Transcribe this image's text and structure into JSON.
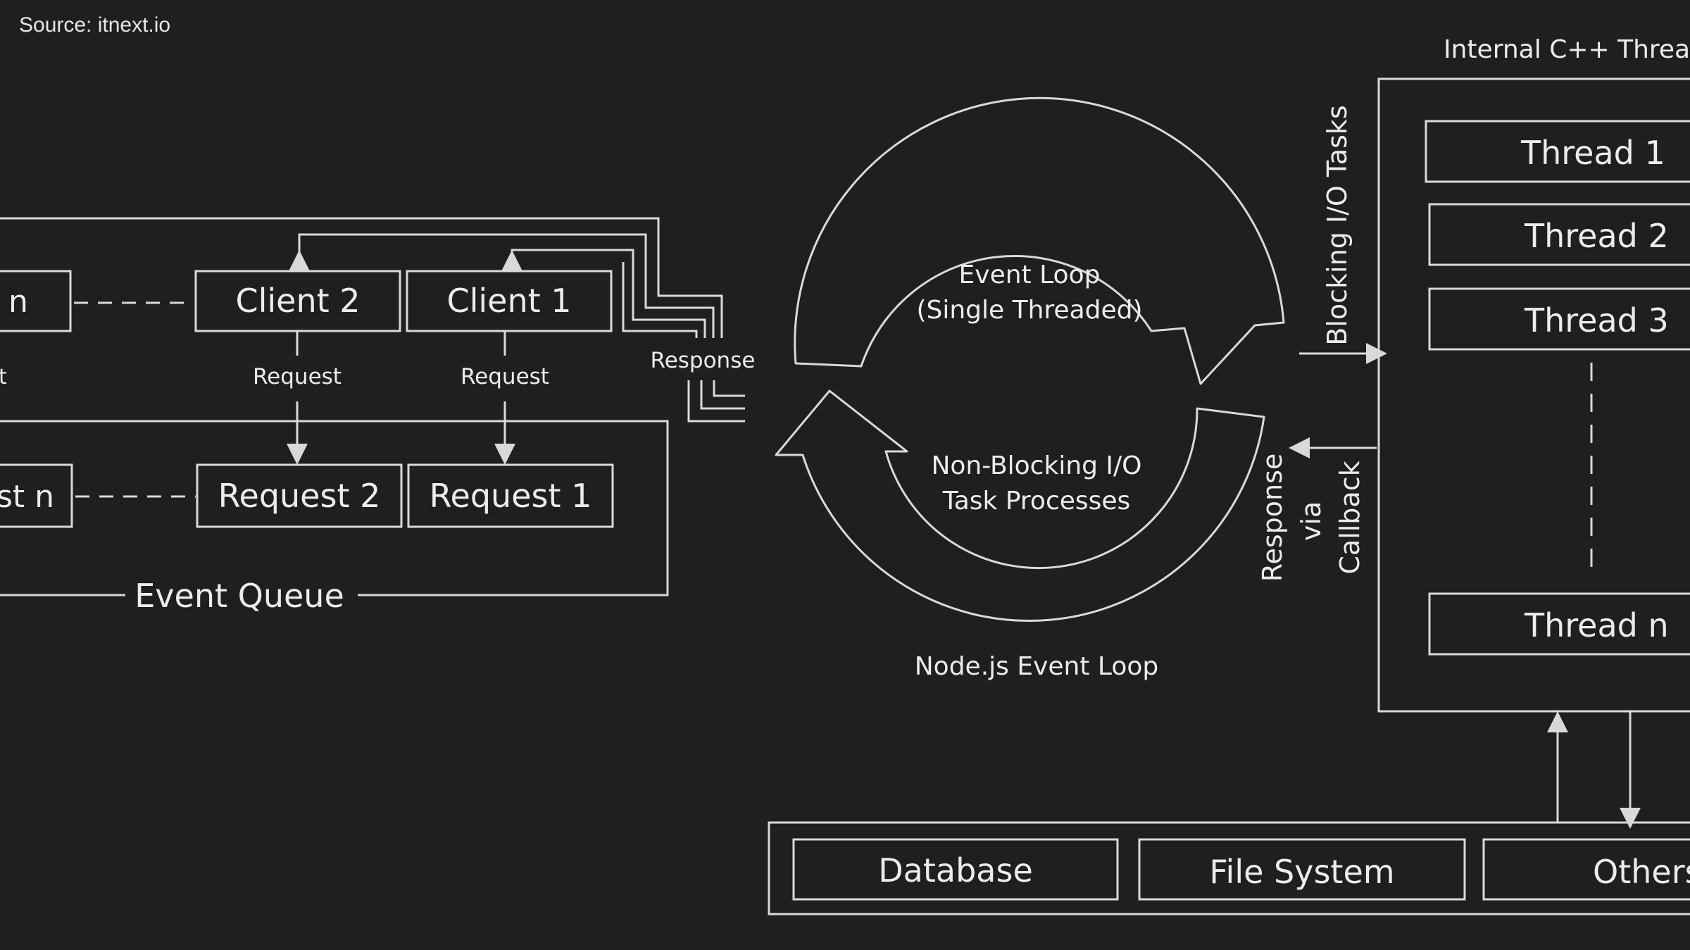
{
  "source": "Source: itnext.io",
  "clients": {
    "partial_left": "n",
    "client2": "Client 2",
    "client1": "Client 1",
    "edge_fragment": "t"
  },
  "request_labels": {
    "r2": "Request",
    "r1": "Request"
  },
  "requests": {
    "partial_left": "st n",
    "request2": "Request 2",
    "request1": "Request 1"
  },
  "event_queue_label": "Event Queue",
  "response_label": "Response",
  "event_loop": {
    "top_line1": "Event Loop",
    "top_line2": "(Single Threaded)",
    "bottom_line1": "Non-Blocking I/O",
    "bottom_line2": "Task Processes",
    "caption": "Node.js Event Loop"
  },
  "blocking_label": "Blocking I/O Tasks",
  "callback_labels": {
    "line1": "Response",
    "line2": "via",
    "line3": "Callback"
  },
  "thread_pool": {
    "title": "Internal C++ Thread P",
    "threads": [
      "Thread 1",
      "Thread 2",
      "Thread 3",
      "Thread n"
    ]
  },
  "resources": [
    "Database",
    "File System",
    "Others"
  ]
}
